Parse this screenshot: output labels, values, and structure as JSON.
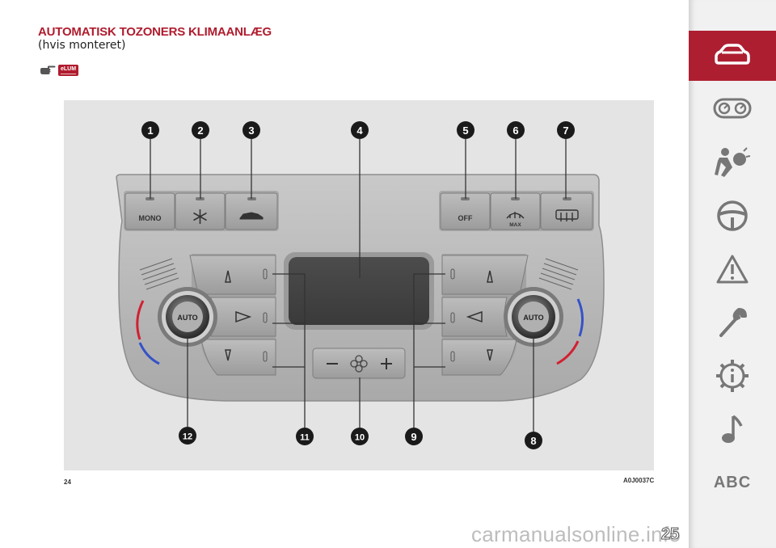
{
  "header": {
    "title": "AUTOMATISK TOZONERS KLIMAANLÆG",
    "subtitle": "(hvis monteret)",
    "elum_badge": "eLUM"
  },
  "figure": {
    "code": "A0J0037C",
    "buttons": {
      "mono": "MONO",
      "off": "OFF",
      "max": "MAX",
      "auto_left": "AUTO",
      "auto_right": "AUTO"
    },
    "callouts": [
      "1",
      "2",
      "3",
      "4",
      "5",
      "6",
      "7",
      "8",
      "9",
      "10",
      "11",
      "12"
    ]
  },
  "footer": {
    "left_page_number": "24",
    "page_number": "25",
    "watermark": "carmanualsonline.info"
  },
  "sidebar": {
    "items": [
      {
        "icon": "car-icon",
        "active": true
      },
      {
        "icon": "gauges-icon",
        "active": false
      },
      {
        "icon": "airbag-person-icon",
        "active": false
      },
      {
        "icon": "steering-wheel-icon",
        "active": false
      },
      {
        "icon": "warning-triangle-icon",
        "active": false
      },
      {
        "icon": "wrench-icon",
        "active": false
      },
      {
        "icon": "gear-info-icon",
        "active": false
      },
      {
        "icon": "music-note-icon",
        "active": false
      },
      {
        "icon": "abc-index",
        "label": "ABC",
        "active": false
      }
    ],
    "colors": {
      "accent": "#ae1e31",
      "icon": "#777777",
      "background": "#f1f1f1"
    }
  }
}
